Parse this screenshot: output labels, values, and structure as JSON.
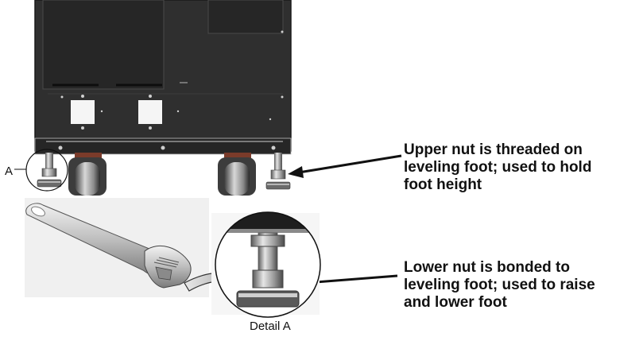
{
  "callouts": {
    "upper_nut": {
      "lines": [
        "Upper nut is threaded on",
        "leveling foot; used to hold",
        "foot height"
      ]
    },
    "lower_nut": {
      "lines": [
        "Lower nut is bonded to",
        "leveling foot; used to raise",
        "and lower foot"
      ]
    }
  },
  "labels": {
    "detail_marker": "A",
    "detail_caption": "Detail A"
  },
  "colors": {
    "cabinet": "#2f2f2f",
    "cabinet_edge": "#1a1a1a",
    "metal_light": "#d9d9d9",
    "metal_dark": "#6b6b6b",
    "arrow": "#111111"
  }
}
